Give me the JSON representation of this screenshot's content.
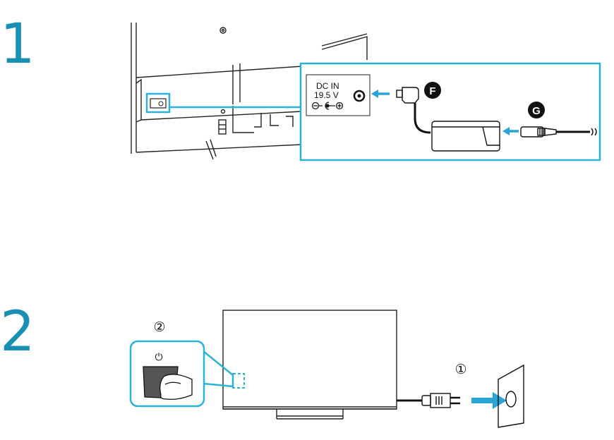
{
  "step1": {
    "number": "1",
    "dc_label": "DC IN",
    "dc_voltage": "19.5  V",
    "callout_f": "F",
    "callout_g": "G"
  },
  "step2": {
    "number": "2",
    "marker_power_button": "②",
    "marker_plug": "①",
    "power_symbol": "⏻"
  },
  "colors": {
    "accent": "#1a8fb4",
    "highlight_box": "#2bb3d6",
    "arrow": "#2aa3d6",
    "line": "#222222"
  }
}
